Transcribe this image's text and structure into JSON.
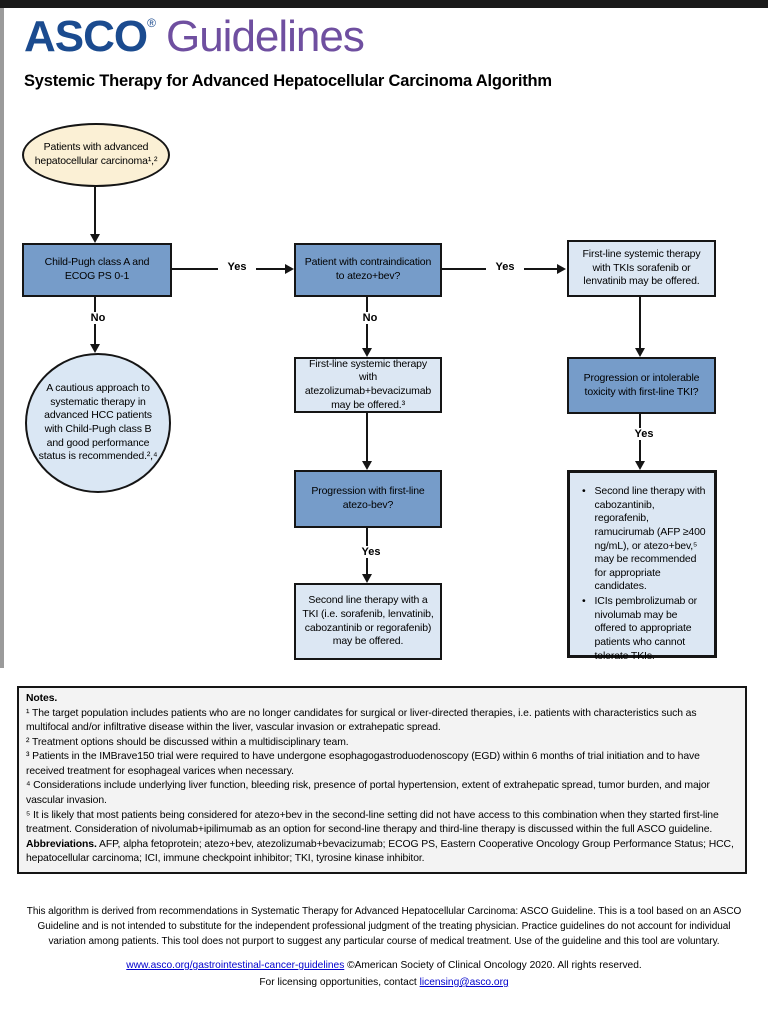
{
  "header": {
    "logo_primary": "ASCO",
    "logo_registered": "®",
    "logo_secondary": "Guidelines",
    "title": "Systemic Therapy for Advanced Hepatocellular Carcinoma Algorithm"
  },
  "flowchart": {
    "labels": {
      "yes": "Yes",
      "no": "No"
    },
    "nodes": {
      "start": "Patients with advanced hepatocellular carcinoma¹,²",
      "child_pugh": "Child-Pugh class A and ECOG PS 0-1",
      "caution": "A cautious approach to systematic therapy in advanced HCC patients with Child-Pugh class B and good performance status is recommended.²,⁴",
      "contraindication": "Patient with contraindication to atezo+bev?",
      "firstline_atezo_bev": "First-line systemic therapy with atezolizumab+bevacizumab may be offered.³",
      "progression_atezo_bev": "Progression with first-line atezo-bev?",
      "secondline_tki": "Second line therapy with a TKI (i.e. sorafenib, lenvatinib, cabozantinib or regorafenib) may be offered.",
      "firstline_tki": "First-line systemic therapy with TKIs sorafenib or lenvatinib may be offered.",
      "progression_tki": "Progression or intolerable toxicity with first-line TKI?",
      "secondline_options_bullet": "•",
      "secondline_options": [
        "Second line therapy with cabozantinib, regorafenib, ramucirumab (AFP ≥400 ng/mL), or atezo+bev,⁵ may be recommended for appropriate candidates.",
        "ICIs pembrolizumab or nivolumab may be offered to appropriate patients who cannot tolerate TKIs."
      ]
    }
  },
  "notes": {
    "heading": "Notes.",
    "footnotes": [
      "¹ The target population includes patients who are no longer candidates for surgical or liver-directed therapies, i.e. patients with characteristics such as multifocal and/or infiltrative disease within the liver, vascular invasion or extrahepatic spread.",
      "² Treatment options should be discussed within a multidisciplinary team.",
      "³ Patients in the IMBrave150 trial were required to have undergone esophagogastroduodenoscopy (EGD) within 6 months of trial initiation and to have received treatment for esophageal varices when necessary.",
      "⁴ Considerations include underlying liver function, bleeding risk, presence of portal hypertension, extent of extrahepatic spread, tumor burden, and major vascular invasion.",
      "⁵ It is likely that most patients being considered for atezo+bev in the second-line setting did not have access to this combination when they started first-line treatment. Consideration of nivolumab+ipilimumab as an option for second-line therapy and third-line therapy is discussed within the full ASCO guideline."
    ],
    "abbreviations_label": "Abbreviations.",
    "abbreviations": " AFP, alpha fetoprotein; atezo+bev, atezolizumab+bevacizumab; ECOG PS, Eastern Cooperative Oncology Group Performance Status; HCC, hepatocellular carcinoma; ICI, immune checkpoint inhibitor; TKI, tyrosine kinase inhibitor."
  },
  "footer": {
    "disclaimer": "This algorithm is derived from recommendations in Systematic Therapy for Advanced Hepatocellular Carcinoma: ASCO Guideline. This is a tool based on an ASCO Guideline and is not intended to substitute for the independent professional judgment of the treating physician. Practice guidelines do not account for individual variation among patients. This tool does not purport to suggest any particular course of medical treatment. Use of the guideline and this tool are voluntary.",
    "guidelines_url": "www.asco.org/gastrointestinal-cancer-guidelines",
    "copyright": " ©American Society of Clinical Oncology 2020.  All rights reserved.",
    "licensing_text": "For licensing opportunities, contact ",
    "licensing_email": "licensing@asco.org"
  },
  "colors": {
    "decision_box_blue": "#769CC9",
    "info_box_light_blue": "#DCE7F3",
    "start_oval_cream": "#FBF0D5",
    "caution_circle_blue": "#DAE7F4",
    "border_black": "#151515",
    "link_blue": "#0000CC",
    "logo_blue": "#1B4B8F",
    "logo_purple": "#6F4FA0"
  }
}
